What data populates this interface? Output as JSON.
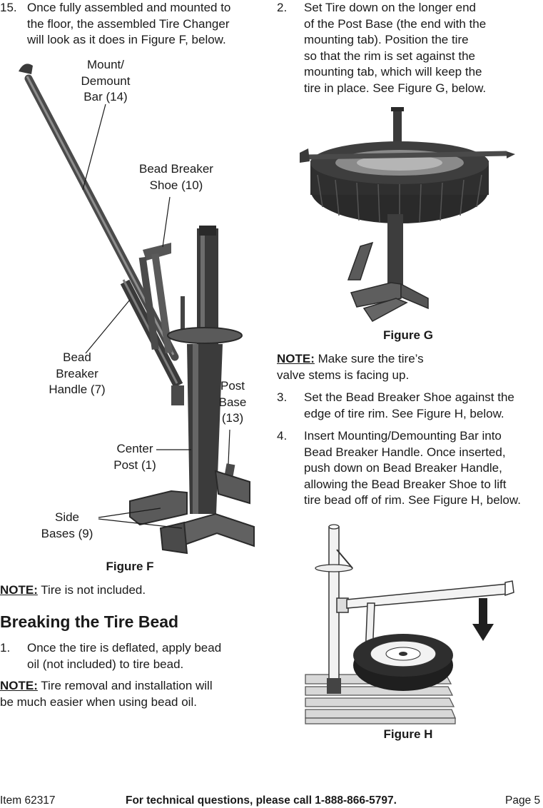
{
  "left_column": {
    "step15": {
      "number": "15.",
      "lines": [
        "Once fully assembled and mounted to",
        "the floor, the assembled Tire Changer",
        "will look as it does in Figure F, below."
      ]
    },
    "figure_f": {
      "callouts": {
        "mount_bar": [
          "Mount/",
          "Demount",
          "Bar (14)"
        ],
        "bead_breaker_shoe": [
          "Bead Breaker",
          "Shoe (10)"
        ],
        "bead_breaker_handle": [
          "Bead",
          "Breaker",
          "Handle (7)"
        ],
        "post_base": [
          "Post",
          "Base",
          "(13)"
        ],
        "center_post": [
          "Center",
          "Post (1)"
        ],
        "side_bases": [
          "Side",
          "Bases (9)"
        ]
      },
      "caption": "Figure F"
    },
    "note1": {
      "label": "NOTE:",
      "text": " Tire is not included."
    },
    "section_heading": "Breaking the Tire Bead",
    "step1": {
      "number": "1.",
      "lines": [
        "Once the tire is deflated, apply bead",
        "oil (not included) to tire bead."
      ]
    },
    "note2": {
      "label": "NOTE:",
      "lines": [
        " Tire removal and installation will",
        "be much easier when using bead oil."
      ]
    }
  },
  "right_column": {
    "step2": {
      "number": "2.",
      "lines": [
        "Set Tire down on the longer end",
        "of the Post Base (the end with the",
        "mounting tab).  Position the tire",
        "so that the rim is set against the",
        "mounting tab, which will keep the",
        "tire in place. See Figure G, below."
      ]
    },
    "figure_g_caption": "Figure G",
    "note3": {
      "label": "NOTE:",
      "lines": [
        " Make sure the tire’s",
        "valve stems is facing up."
      ]
    },
    "step3": {
      "number": "3.",
      "lines": [
        "Set the Bead Breaker Shoe against the",
        "edge of tire rim.  See Figure H, below."
      ]
    },
    "step4": {
      "number": "4.",
      "lines": [
        "Insert Mounting/Demounting Bar into",
        "Bead Breaker Handle.  Once inserted,",
        "push down on Bead Breaker Handle,",
        "allowing the Bead Breaker Shoe to lift",
        "tire bead off of rim. See Figure H, below."
      ]
    },
    "figure_h_caption": "Figure H"
  },
  "footer": {
    "item": "Item 62317",
    "contact": "For technical questions, please call 1-888-866-5797.",
    "page": "Page 5"
  },
  "colors": {
    "metal_dark": "#3a3a3a",
    "metal_mid": "#6d6d6d",
    "metal_light": "#a8a8a8",
    "tire": "#2a2a2a"
  }
}
